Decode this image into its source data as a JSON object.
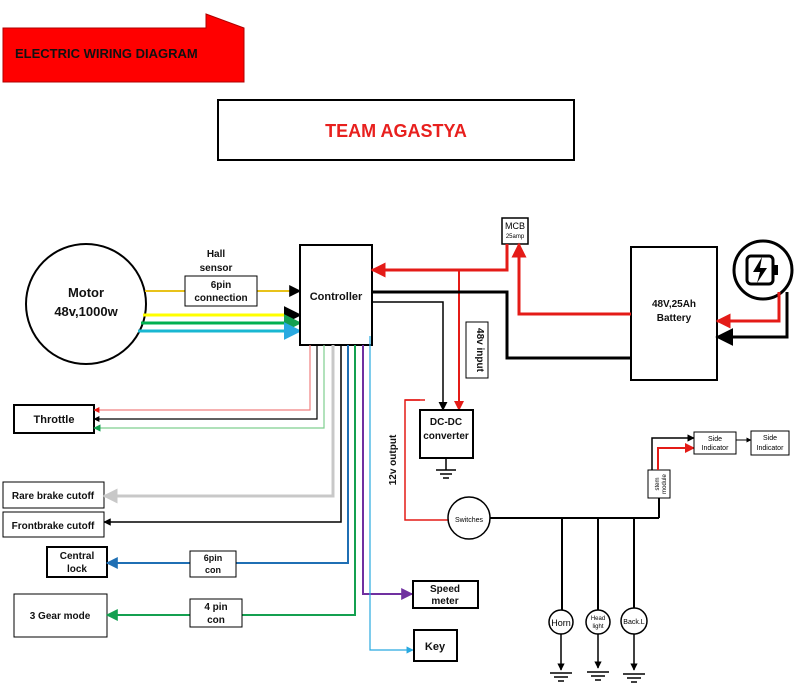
{
  "banner": {
    "text": "ELECTRIC WIRING DIAGRAM",
    "color": "#ff0000"
  },
  "title": {
    "text": "TEAM AGASTYA",
    "color": "#e8201e"
  },
  "motor": {
    "line1": "Motor",
    "line2": "48v,1000w"
  },
  "hall_sensor": {
    "line1": "Hall",
    "line2": "sensor"
  },
  "pin6_connection": {
    "line1": "6pin",
    "line2": "connection"
  },
  "controller": {
    "label": "Controller"
  },
  "mcb": {
    "label": "MCB",
    "sublabel": "25amp"
  },
  "battery": {
    "line1": "48V,25Ah",
    "line2": "Battery"
  },
  "battery_icon": {
    "name": "battery-charging-icon"
  },
  "input_48v": {
    "label": "48v input"
  },
  "output_12v": {
    "label": "12v output"
  },
  "dcdc": {
    "line1": "DC-DC",
    "line2": "converter"
  },
  "throttle": {
    "label": "Throttle"
  },
  "rear_brake": {
    "label": "Rare brake cutoff"
  },
  "front_brake": {
    "label": "Frontbrake cutoff"
  },
  "central_lock": {
    "line1": "Central",
    "line2": "lock"
  },
  "pin6_con": {
    "line1": "6pin",
    "line2": "con"
  },
  "gear_mode": {
    "label": "3 Gear mode"
  },
  "pin4_con": {
    "line1": "4 pin",
    "line2": "con"
  },
  "speed_meter": {
    "line1": "Speed",
    "line2": "meter"
  },
  "key": {
    "label": "Key"
  },
  "switches": {
    "label": "Switches"
  },
  "stem_module": {
    "line1": "stem",
    "line2": "module"
  },
  "side_indicator_1": {
    "line1": "Side",
    "line2": "Indicator"
  },
  "side_indicator_2": {
    "line1": "Side",
    "line2": "Indicator"
  },
  "horn": {
    "label": "Horn"
  },
  "head_light": {
    "line1": "Head",
    "line2": "light"
  },
  "back_light": {
    "label": "Back.L"
  },
  "colors": {
    "power_red": "#e41b17",
    "ground_black": "#000000",
    "hall_yellow": "#e8c21a",
    "phase_yellow": "#ffff00",
    "phase_green": "#00b050",
    "phase_cyan": "#19b7d2",
    "throttle_pink": "#f08080",
    "throttle_green": "#7fcf8f",
    "brake_grey": "#c8c8c8",
    "lock_blue": "#1f6fb4",
    "gear_green": "#14a050",
    "speed_purple": "#7030a0",
    "key_cyan": "#29a9e0"
  }
}
